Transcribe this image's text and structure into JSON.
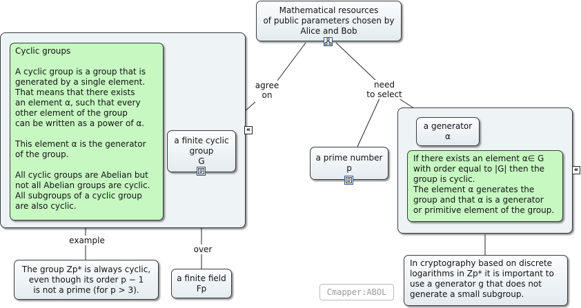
{
  "concepts": {
    "root": "Mathematical resources\nof public parameters chosen by\nAlice and Bob",
    "cyclic_groups": "Cyclic groups\n\nA cyclic group is a group that is\ngenerated by a single element.\nThat means that there exists\nan element α, such that every\nother element of the group\ncan be written as a power of α.\n\nThis element α is the generator\n of the group.\n\nAll cyclic groups are Abelian but\n not all Abelian groups are cyclic.\nAll subgroups of a cyclic group\nare also cyclic.",
    "finite_cyclic_group": "a finite cyclic\ngroup\nG",
    "zp_example": "The group Zp* is always cyclic,\neven though its order p − 1\nis not a prime (for p > 3).",
    "finite_field": "a finite field\nFp",
    "prime_number": "a prime number\np",
    "generator": "a generator\nα",
    "generator_detail": "If there exists an element α∈ G\n with order equal to |G| then the\ngroup is cyclic.\nThe element α generates the\ngroup and that α is a generator\nor primitive element of the group.",
    "crypto_note": "In cryptography based on  discrete\nlogarithms in Zp*  it is important to\nuse a generator g that does not\ngenerate a small subgroup."
  },
  "links": {
    "agree_on": "agree\non",
    "need_to_select": "need\nto select",
    "example": "example",
    "over": "over"
  },
  "controls": {
    "collapse_symbol": "«"
  },
  "watermark": "Cmapper:ABOL"
}
